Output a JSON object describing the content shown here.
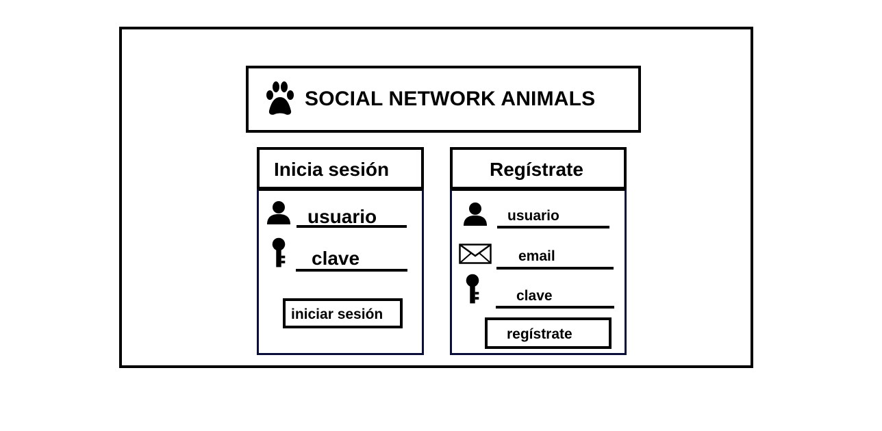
{
  "header": {
    "title": "SOCIAL NETWORK ANIMALS",
    "logo_icon": "paw-icon"
  },
  "login": {
    "title": "Inicia sesión",
    "username_label": "usuario",
    "password_label": "clave",
    "submit_label": "iniciar sesión"
  },
  "register": {
    "title": "Regístrate",
    "username_label": "usuario",
    "email_label": "email",
    "password_label": "clave",
    "submit_label": "regístrate"
  }
}
